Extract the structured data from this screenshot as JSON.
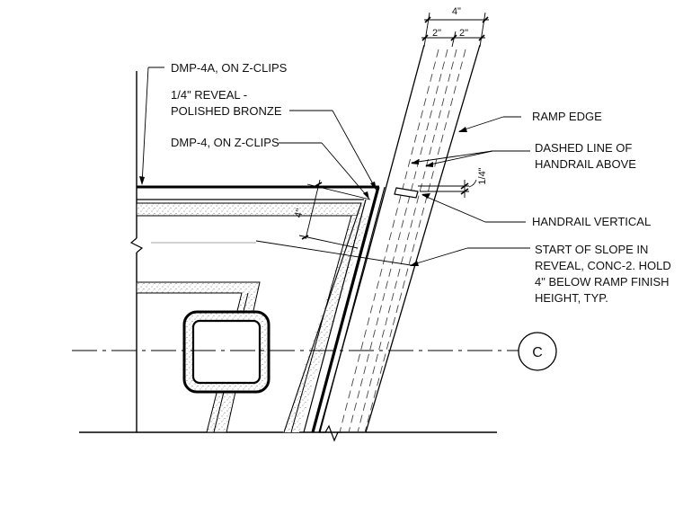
{
  "callouts": {
    "dmp4a": "DMP-4A, ON Z-CLIPS",
    "reveal_line1": "1/4\" REVEAL -",
    "reveal_line2": "POLISHED BRONZE",
    "dmp4": "DMP-4, ON Z-CLIPS",
    "ramp_edge": "RAMP EDGE",
    "dashed_line1": "DASHED LINE OF",
    "dashed_line2": "HANDRAIL ABOVE",
    "handrail_vertical": "HANDRAIL VERTICAL",
    "slope_line1": "START OF SLOPE IN",
    "slope_line2": "REVEAL, CONC-2. HOLD",
    "slope_line3": "4\" BELOW RAMP FINISH",
    "slope_line4": "HEIGHT, TYP."
  },
  "dimensions": {
    "top_overall": "4\"",
    "top_left": "2\"",
    "top_right": "2\"",
    "left_depth": "4\"",
    "right_reveal": "1/4\""
  },
  "grid_bubble": "C"
}
